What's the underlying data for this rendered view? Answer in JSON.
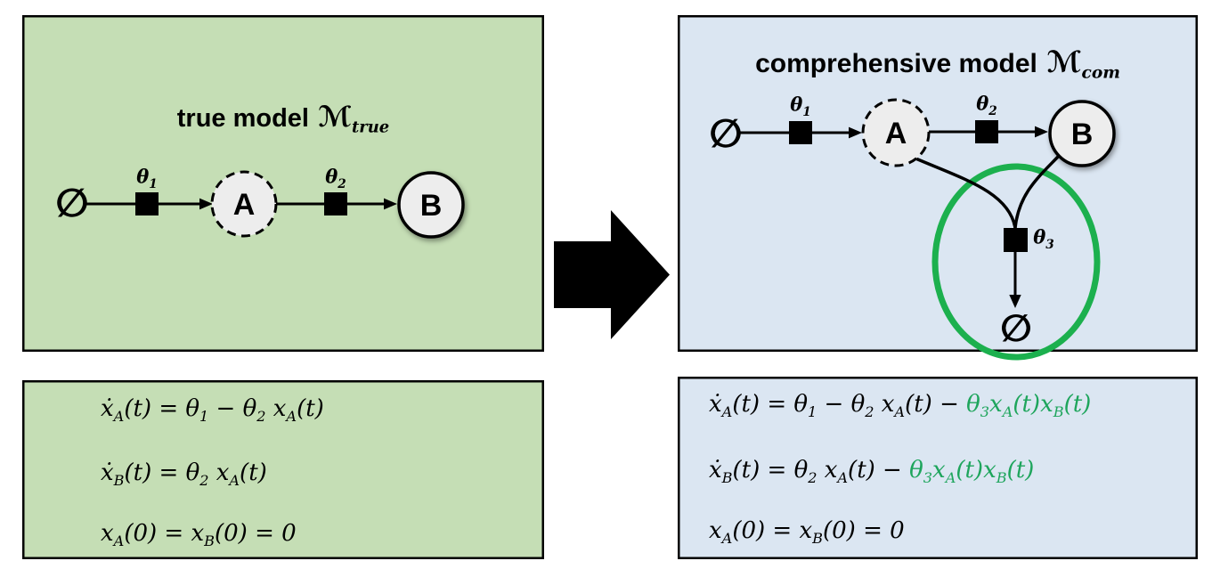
{
  "colors": {
    "panel_green": "#c5deb5",
    "panel_blue": "#dbe6f2",
    "ring_green": "#1cb04e",
    "eq_green": "#1ea55c",
    "node_fill": "#ededed",
    "ink": "#000000"
  },
  "true_model": {
    "title_prefix": "true model",
    "title_symbol": "ℳ",
    "title_sub": "true",
    "source_symbol": "∅",
    "theta1": "θ_{1}",
    "theta2": "θ_{2}",
    "node_a": "A",
    "node_b": "B",
    "equations": [
      "ẋ_{A}(t) = θ_{1} − θ_{2} x_{A}(t)",
      "ẋ_{B}(t) = θ_{2} x_{A}(t)",
      "x_{A}(0) = x_{B}(0) = 0"
    ]
  },
  "comprehensive_model": {
    "title_prefix": "comprehensive model",
    "title_symbol": "ℳ",
    "title_sub": "com",
    "source_symbol": "∅",
    "theta1": "θ_{1}",
    "theta2": "θ_{2}",
    "theta3": "θ_{3}",
    "node_a": "A",
    "node_b": "B",
    "sink_symbol": "∅",
    "equations": [
      "ẋ_{A}(t) = θ_{1} − θ_{2} x_{A}(t) − [g]θ_{3}x_{A}(t)x_{B}(t)[/g]",
      "ẋ_{B}(t) = θ_{2} x_{A}(t) − [g]θ_{3}x_{A}(t)x_{B}(t)[/g]",
      "x_{A}(0) = x_{B}(0) = 0"
    ]
  }
}
